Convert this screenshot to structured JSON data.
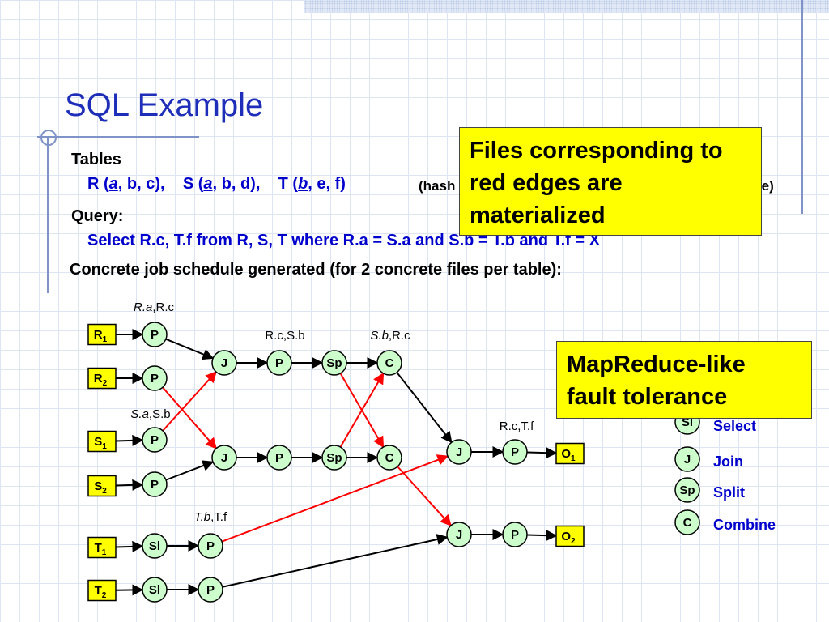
{
  "title": "SQL Example",
  "tables_label": "Tables",
  "tables": {
    "r_open": "R (",
    "r_key": "a",
    "r_rest": ", b, c),",
    "s_open": "S (",
    "s_key": "a",
    "s_rest": ", b, d),",
    "t_open": "T (",
    "t_key": "b",
    "t_rest": ", e, f)",
    "hash_note_start": "(hash",
    "hash_note_end": "te)"
  },
  "query_label": "Query:",
  "query": "Select R.c, T.f from R, S, T  where R.a = S.a  and S.b = T.b  and T.f = X",
  "schedule_text": "Concrete job schedule generated (for 2 concrete files per table):",
  "callout_red_edges": "Files corresponding to red edges are materialized",
  "callout_mapreduce": "MapReduce-like fault tolerance",
  "legend": [
    {
      "symbol": "Sl",
      "label": "Select"
    },
    {
      "symbol": "J",
      "label": "Join"
    },
    {
      "symbol": "Sp",
      "label": "Split"
    },
    {
      "symbol": "C",
      "label": "Combine"
    }
  ],
  "diagram": {
    "tables": [
      {
        "id": "R1",
        "base": "R",
        "sub": "1"
      },
      {
        "id": "R2",
        "base": "R",
        "sub": "2"
      },
      {
        "id": "S1",
        "base": "S",
        "sub": "1"
      },
      {
        "id": "S2",
        "base": "S",
        "sub": "2"
      },
      {
        "id": "T1",
        "base": "T",
        "sub": "1"
      },
      {
        "id": "T2",
        "base": "T",
        "sub": "2"
      }
    ],
    "outputs": [
      {
        "id": "O1",
        "base": "O",
        "sub": "1"
      },
      {
        "id": "O2",
        "base": "O",
        "sub": "2"
      }
    ],
    "nodes": [
      {
        "id": "P_R1",
        "label": "P"
      },
      {
        "id": "P_R2",
        "label": "P"
      },
      {
        "id": "P_S1",
        "label": "P"
      },
      {
        "id": "P_S2",
        "label": "P"
      },
      {
        "id": "Sl_T1",
        "label": "Sl"
      },
      {
        "id": "Sl_T2",
        "label": "Sl"
      },
      {
        "id": "P_T1",
        "label": "P"
      },
      {
        "id": "P_T2",
        "label": "P"
      },
      {
        "id": "J1",
        "label": "J"
      },
      {
        "id": "J2",
        "label": "J"
      },
      {
        "id": "P_J1",
        "label": "P"
      },
      {
        "id": "P_J2",
        "label": "P"
      },
      {
        "id": "Sp1",
        "label": "Sp"
      },
      {
        "id": "Sp2",
        "label": "Sp"
      },
      {
        "id": "C1",
        "label": "C"
      },
      {
        "id": "C2",
        "label": "C"
      },
      {
        "id": "J3",
        "label": "J"
      },
      {
        "id": "J4",
        "label": "J"
      },
      {
        "id": "P_J3",
        "label": "P"
      },
      {
        "id": "P_J4",
        "label": "P"
      }
    ],
    "annotations": [
      {
        "id": "ann_ra",
        "italic": "R.a",
        "rest": ",R.c"
      },
      {
        "id": "ann_sa",
        "italic": "S.a",
        "rest": ",S.b"
      },
      {
        "id": "ann_rcsb",
        "italic": "",
        "rest": "R.c,S.b"
      },
      {
        "id": "ann_sb",
        "italic": "S.b",
        "rest": ",R.c"
      },
      {
        "id": "ann_tb",
        "italic": "T.b",
        "rest": ",T.f"
      },
      {
        "id": "ann_rctf",
        "italic": "",
        "rest": "R.c,T.f"
      }
    ],
    "edges": [
      {
        "from": "R1",
        "to": "P_R1",
        "color": "black"
      },
      {
        "from": "R2",
        "to": "P_R2",
        "color": "black"
      },
      {
        "from": "S1",
        "to": "P_S1",
        "color": "black"
      },
      {
        "from": "S2",
        "to": "P_S2",
        "color": "black"
      },
      {
        "from": "T1",
        "to": "Sl_T1",
        "color": "black"
      },
      {
        "from": "T2",
        "to": "Sl_T2",
        "color": "black"
      },
      {
        "from": "Sl_T1",
        "to": "P_T1",
        "color": "black"
      },
      {
        "from": "Sl_T2",
        "to": "P_T2",
        "color": "black"
      },
      {
        "from": "P_R1",
        "to": "J1",
        "color": "black"
      },
      {
        "from": "P_R2",
        "to": "J2",
        "color": "red"
      },
      {
        "from": "P_S1",
        "to": "J1",
        "color": "red"
      },
      {
        "from": "P_S2",
        "to": "J2",
        "color": "black"
      },
      {
        "from": "J1",
        "to": "P_J1",
        "color": "black"
      },
      {
        "from": "J2",
        "to": "P_J2",
        "color": "black"
      },
      {
        "from": "P_J1",
        "to": "Sp1",
        "color": "black"
      },
      {
        "from": "P_J2",
        "to": "Sp2",
        "color": "black"
      },
      {
        "from": "Sp1",
        "to": "C1",
        "color": "black"
      },
      {
        "from": "Sp2",
        "to": "C2",
        "color": "black"
      },
      {
        "from": "Sp1",
        "to": "C2",
        "color": "red"
      },
      {
        "from": "Sp2",
        "to": "C1",
        "color": "red"
      },
      {
        "from": "C1",
        "to": "J3",
        "color": "black"
      },
      {
        "from": "C2",
        "to": "J4",
        "color": "red"
      },
      {
        "from": "P_T1",
        "to": "J3",
        "color": "red"
      },
      {
        "from": "P_T2",
        "to": "J4",
        "color": "black"
      },
      {
        "from": "J3",
        "to": "P_J3",
        "color": "black"
      },
      {
        "from": "J4",
        "to": "P_J4",
        "color": "black"
      },
      {
        "from": "P_J3",
        "to": "O1",
        "color": "black"
      },
      {
        "from": "P_J4",
        "to": "O2",
        "color": "black"
      }
    ]
  },
  "colors": {
    "title": "#1e2eb8",
    "query_text": "#0000cc",
    "node_fill": "#ccffcc",
    "box_fill": "#ffff00",
    "edge_red": "#ff0000",
    "edge_black": "#000000"
  }
}
